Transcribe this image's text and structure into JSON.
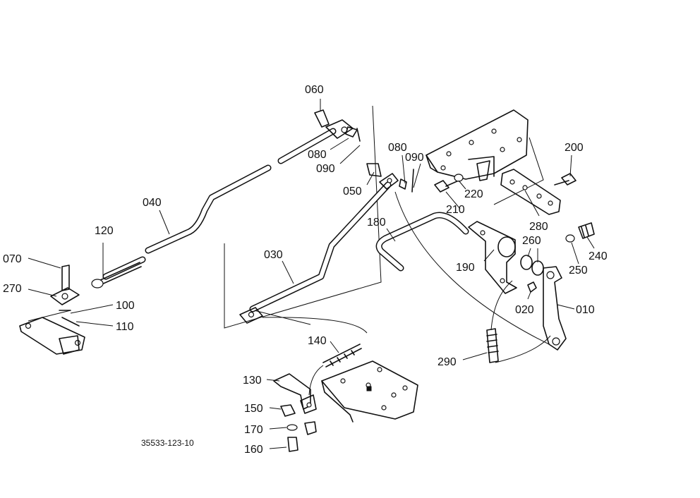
{
  "diagram": {
    "drawing_code": "35533-123-10",
    "part_numbers": {
      "p010": "010",
      "p020": "020",
      "p030": "030",
      "p040": "040",
      "p050": "050",
      "p060": "060",
      "p070": "070",
      "p080a": "080",
      "p080b": "080",
      "p090a": "090",
      "p090b": "090",
      "p100": "100",
      "p110": "110",
      "p120": "120",
      "p130": "130",
      "p140": "140",
      "p150": "150",
      "p160": "160",
      "p170": "170",
      "p180": "180",
      "p190": "190",
      "p200": "200",
      "p210": "210",
      "p220": "220",
      "p240": "240",
      "p250": "250",
      "p260": "260",
      "p270": "270",
      "p280": "280",
      "p290": "290"
    }
  }
}
